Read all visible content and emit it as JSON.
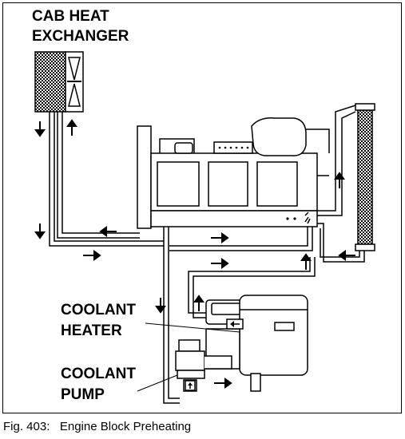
{
  "labels": {
    "cab_heat_exchanger": [
      "CAB HEAT",
      "EXCHANGER"
    ],
    "coolant_heater": [
      "COOLANT",
      "HEATER"
    ],
    "coolant_pump": [
      "COOLANT",
      "PUMP"
    ]
  },
  "caption": "Fig. 403:   Engine Block Preheating",
  "colors": {
    "line": "#000000",
    "background": "#ffffff",
    "hatch": "#000000"
  }
}
